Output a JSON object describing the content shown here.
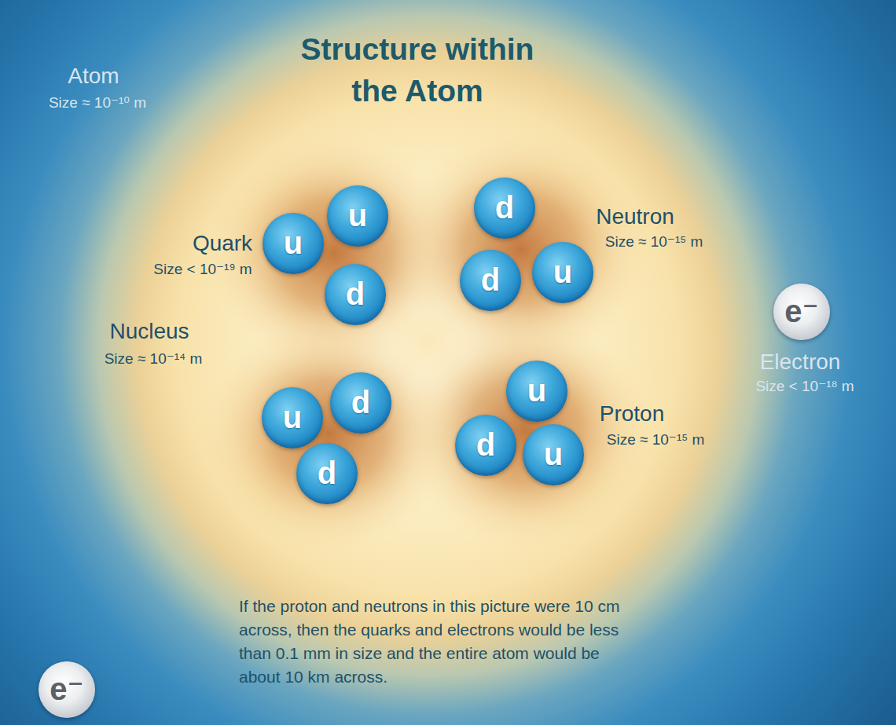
{
  "diagram": {
    "title": "Structure within the Atom",
    "caption": "If the proton and neutrons in this picture were 10 cm across, then the quarks and electrons would be less than 0.1 mm in size and the entire atom would be about 10 km across.",
    "nodes": [
      {
        "text": [
          "u"
        ]
      },
      {
        "text": [
          "u"
        ]
      },
      {
        "text": [
          "d"
        ]
      },
      {
        "text": [
          "d"
        ]
      },
      {
        "text": [
          "d"
        ]
      },
      {
        "text": [
          "u"
        ]
      },
      {
        "text": [
          "d"
        ]
      },
      {
        "text": [
          "u"
        ]
      },
      {
        "text": [
          "d"
        ]
      },
      {
        "text": [
          "u"
        ]
      },
      {
        "text": [
          "d"
        ]
      },
      {
        "text": [
          "u"
        ]
      },
      {
        "text": [
          "e⁻"
        ]
      },
      {
        "text": [
          "e⁻"
        ]
      }
    ],
    "labels": [
      "Atom",
      "Size ≈ 10⁻¹⁰ m",
      "Quark",
      "Size < 10⁻¹⁹ m",
      "Nucleus",
      "Size ≈ 10⁻¹⁴ m",
      "Neutron",
      "Size ≈ 10⁻¹⁵ m",
      "Electron",
      "Size < 10⁻¹⁸ m",
      "Proton",
      "Size ≈ 10⁻¹⁵ m"
    ]
  }
}
